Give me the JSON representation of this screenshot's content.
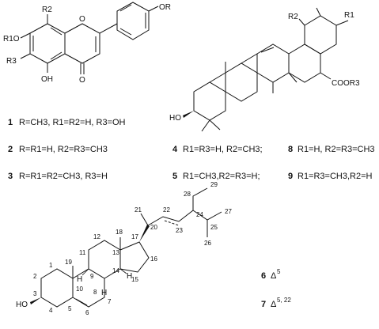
{
  "flavone": {
    "atoms": {
      "r2": "R2",
      "r1o": "R1O",
      "r3": "R3",
      "o_ring": "O",
      "oh": "OH",
      "o_keto": "O",
      "or": "OR"
    },
    "compounds": [
      {
        "num": "1",
        "text": "R=CH3, R1=R2=H, R3=OH"
      },
      {
        "num": "2",
        "text": "R=R1=H, R2=R3=CH3"
      },
      {
        "num": "3",
        "text": "R=R1=R2=CH3, R3=H"
      }
    ]
  },
  "triterpene": {
    "atoms": {
      "r1": "R1",
      "r2": "R2",
      "ho": "HO",
      "coor3": "COOR3"
    },
    "compounds": [
      {
        "num": "4",
        "text": "R1=R3=H, R2=CH3;"
      },
      {
        "num": "5",
        "text": "R1=CH3,R2=R3=H;"
      },
      {
        "num": "8",
        "text": "R1=H, R2=R3=CH3"
      },
      {
        "num": "9",
        "text": "R1=R3=CH3,R2=H"
      }
    ]
  },
  "sterol": {
    "ho": "HO",
    "h_labels": [
      "H",
      "H",
      "H"
    ],
    "locants": [
      "1",
      "2",
      "3",
      "4",
      "5",
      "6",
      "7",
      "8",
      "9",
      "10",
      "11",
      "12",
      "13",
      "14",
      "15",
      "16",
      "17",
      "18",
      "19",
      "20",
      "21",
      "22",
      "23",
      "24",
      "25",
      "26",
      "27",
      "28",
      "29"
    ],
    "compounds": [
      {
        "num": "6",
        "delta": "Δ",
        "sup": "5"
      },
      {
        "num": "7",
        "delta": "Δ",
        "sup": "5, 22"
      }
    ]
  }
}
